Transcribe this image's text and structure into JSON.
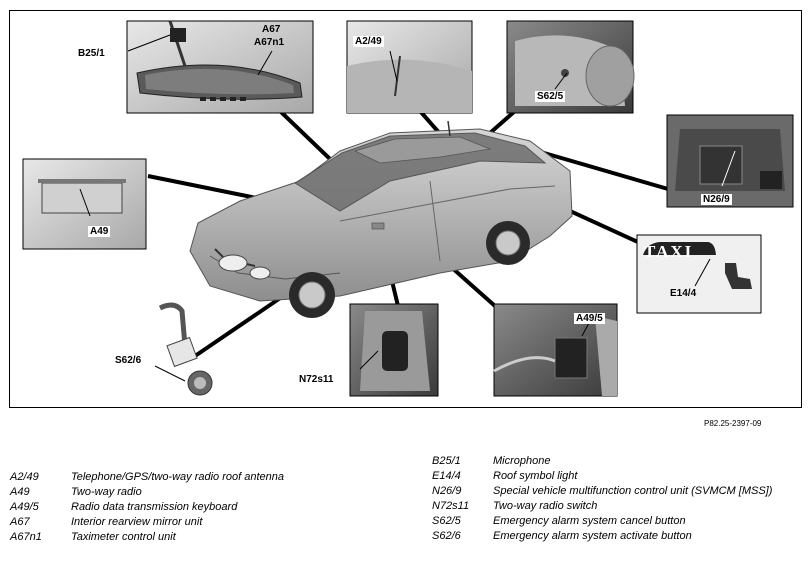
{
  "figure_ref": "P82.25-2397-09",
  "callouts": {
    "b25_1": "B25/1",
    "a67": "A67",
    "a67n1": "A67n1",
    "a2_49": "A2/49",
    "s62_5": "S62/5",
    "n26_9": "N26/9",
    "a49": "A49",
    "e14_4": "E14/4",
    "a49_5": "A49/5",
    "n72s11": "N72s11",
    "s62_6": "S62/6"
  },
  "sign_text": "TAXI",
  "legend_left": [
    {
      "code": "A2/49",
      "desc": "Telephone/GPS/two-way radio roof antenna"
    },
    {
      "code": "A49",
      "desc": "Two-way radio"
    },
    {
      "code": "A49/5",
      "desc": "Radio data transmission keyboard"
    },
    {
      "code": "A67",
      "desc": "Interior rearview mirror unit"
    },
    {
      "code": "A67n1",
      "desc": "Taximeter control unit"
    }
  ],
  "legend_right": [
    {
      "code": "B25/1",
      "desc": "Microphone"
    },
    {
      "code": "E14/4",
      "desc": "Roof symbol light"
    },
    {
      "code": "N26/9",
      "desc": "Special vehicle multifunction control unit (SVMCM [MSS])"
    },
    {
      "code": "N72s11",
      "desc": "Two-way radio switch"
    },
    {
      "code": "S62/5",
      "desc": "Emergency alarm system cancel button"
    },
    {
      "code": "S62/6",
      "desc": "Emergency alarm system activate button"
    }
  ],
  "colors": {
    "car_body": "#b9b9b9",
    "photo_bg": "#d9d9d9",
    "leader": "#000000"
  }
}
